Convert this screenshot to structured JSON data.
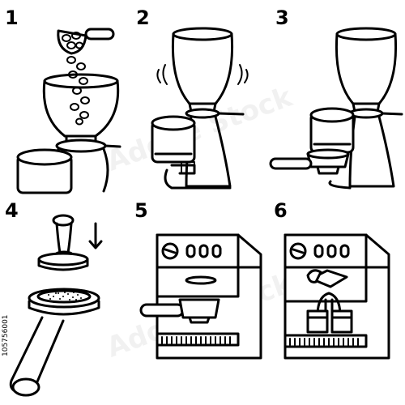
{
  "steps": [
    {
      "number": "1",
      "icon": "beans-into-grinder-icon"
    },
    {
      "number": "2",
      "icon": "grinder-grinding-icon"
    },
    {
      "number": "3",
      "icon": "portafilter-at-grinder-icon"
    },
    {
      "number": "4",
      "icon": "tamper-pressing-icon"
    },
    {
      "number": "5",
      "icon": "portafilter-into-machine-icon"
    },
    {
      "number": "6",
      "icon": "espresso-shots-icon"
    }
  ],
  "stock_id": "105756001",
  "watermark": "Adobe Stock"
}
